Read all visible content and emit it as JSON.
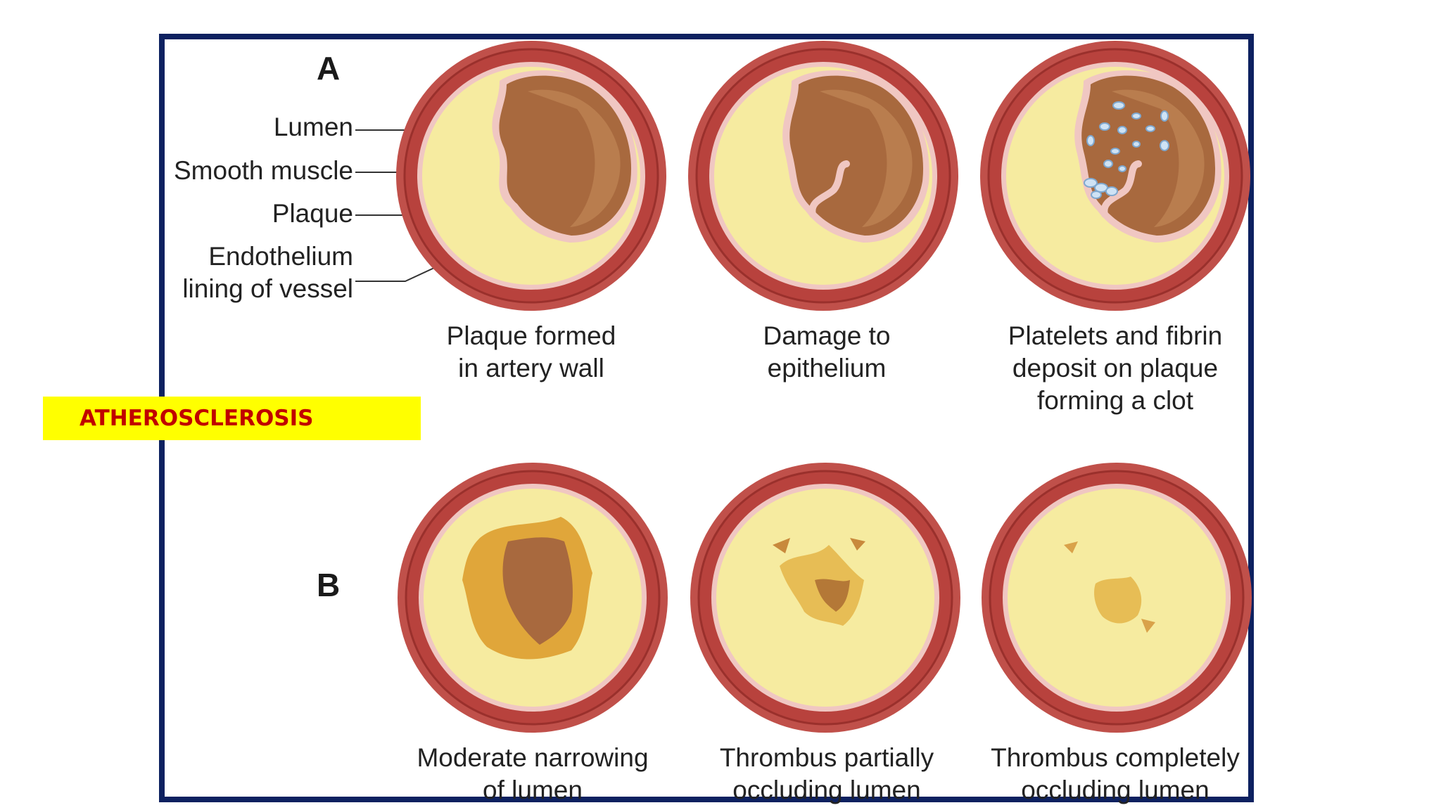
{
  "panels": {
    "a_letter": "A",
    "b_letter": "B"
  },
  "structure_labels": {
    "lumen": "Lumen",
    "smooth_muscle": "Smooth muscle",
    "plaque": "Plaque",
    "endothelium_line1": "Endothelium",
    "endothelium_line2": "lining of vessel"
  },
  "captions_a": [
    {
      "line1": "Plaque formed",
      "line2": "in artery wall",
      "line3": ""
    },
    {
      "line1": "Damage to",
      "line2": "epithelium",
      "line3": ""
    },
    {
      "line1": "Platelets and fibrin",
      "line2": "deposit on plaque",
      "line3": "forming a clot"
    }
  ],
  "captions_b": [
    {
      "line1": "Moderate narrowing",
      "line2": "of lumen"
    },
    {
      "line1": "Thrombus partially",
      "line2": "occluding lumen"
    },
    {
      "line1": "Thrombus completely",
      "line2": "occluding lumen"
    }
  ],
  "banner": {
    "text": "ATHEROSCLEROSIS"
  },
  "colors": {
    "frame": "#0d2160",
    "artery_wall": "#c0504a",
    "plaque": "#f6eba0",
    "lumen": "#a8693e",
    "banner_bg": "#ffff00",
    "banner_text": "#c00000"
  }
}
